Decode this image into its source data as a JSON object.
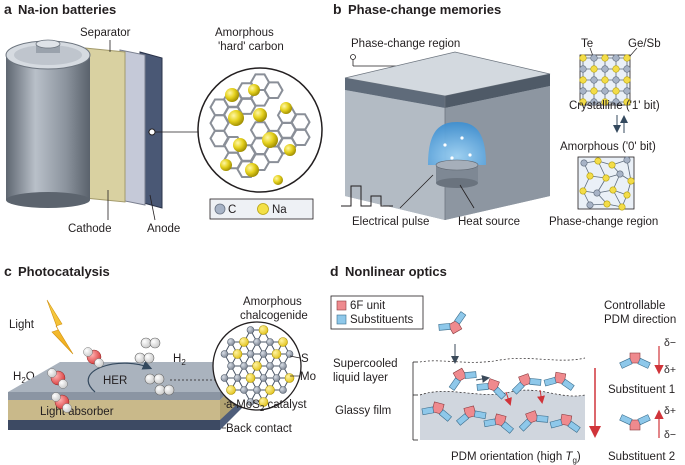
{
  "panels": {
    "a": {
      "letter": "a",
      "title": "Na-ion batteries",
      "labels": {
        "separator": "Separator",
        "amorphous1": "Amorphous",
        "amorphous2": "'hard' carbon",
        "cathode": "Cathode",
        "anode": "Anode"
      },
      "legend": [
        {
          "symbol": "C",
          "color": "#a7b3c6"
        },
        {
          "symbol": "Na",
          "color": "#f3e046"
        }
      ]
    },
    "b": {
      "letter": "b",
      "title": "Phase-change memories",
      "labels": {
        "region_top": "Phase-change region",
        "te": "Te",
        "gesb": "Ge/Sb",
        "crystalline": "Crystalline ('1' bit)",
        "amorphous": "Amorphous ('0' bit)",
        "pulse": "Electrical pulse",
        "heat": "Heat source",
        "region_bottom": "Phase-change region"
      }
    },
    "c": {
      "letter": "c",
      "title": "Photocatalysis",
      "labels": {
        "light": "Light",
        "amorphous1": "Amorphous",
        "amorphous2": "chalcogenide",
        "h2o_main": "H",
        "h2o_sub": "2",
        "h2o_tail": "O",
        "h2_main": "H",
        "h2_sub": "2",
        "s": "S",
        "mo": "Mo",
        "her": "HER",
        "catalyst_a": "a-MoS",
        "catalyst_sub": "2",
        "catalyst_b": " catalyst",
        "absorber": "Light absorber",
        "contact": "Back contact"
      }
    },
    "d": {
      "letter": "d",
      "title": "Nonlinear optics",
      "legend": [
        {
          "label": "6F unit",
          "color": "#ef8a8e"
        },
        {
          "label": "Substituents",
          "color": "#8ec8ea"
        }
      ],
      "labels": {
        "controllable1": "Controllable",
        "controllable2": "PDM direction",
        "supercooled1": "Supercooled",
        "supercooled2": "liquid layer",
        "glassy": "Glassy film",
        "pdm_main": "PDM orientation (high ",
        "pdm_t": "T",
        "pdm_sub": "g",
        "pdm_end": ")",
        "sub1": "Substituent 1",
        "sub2": "Substituent 2",
        "dminus_a": "δ−",
        "dplus_a": "δ+",
        "dplus_b": "δ+",
        "dminus_b": "δ−"
      }
    }
  }
}
